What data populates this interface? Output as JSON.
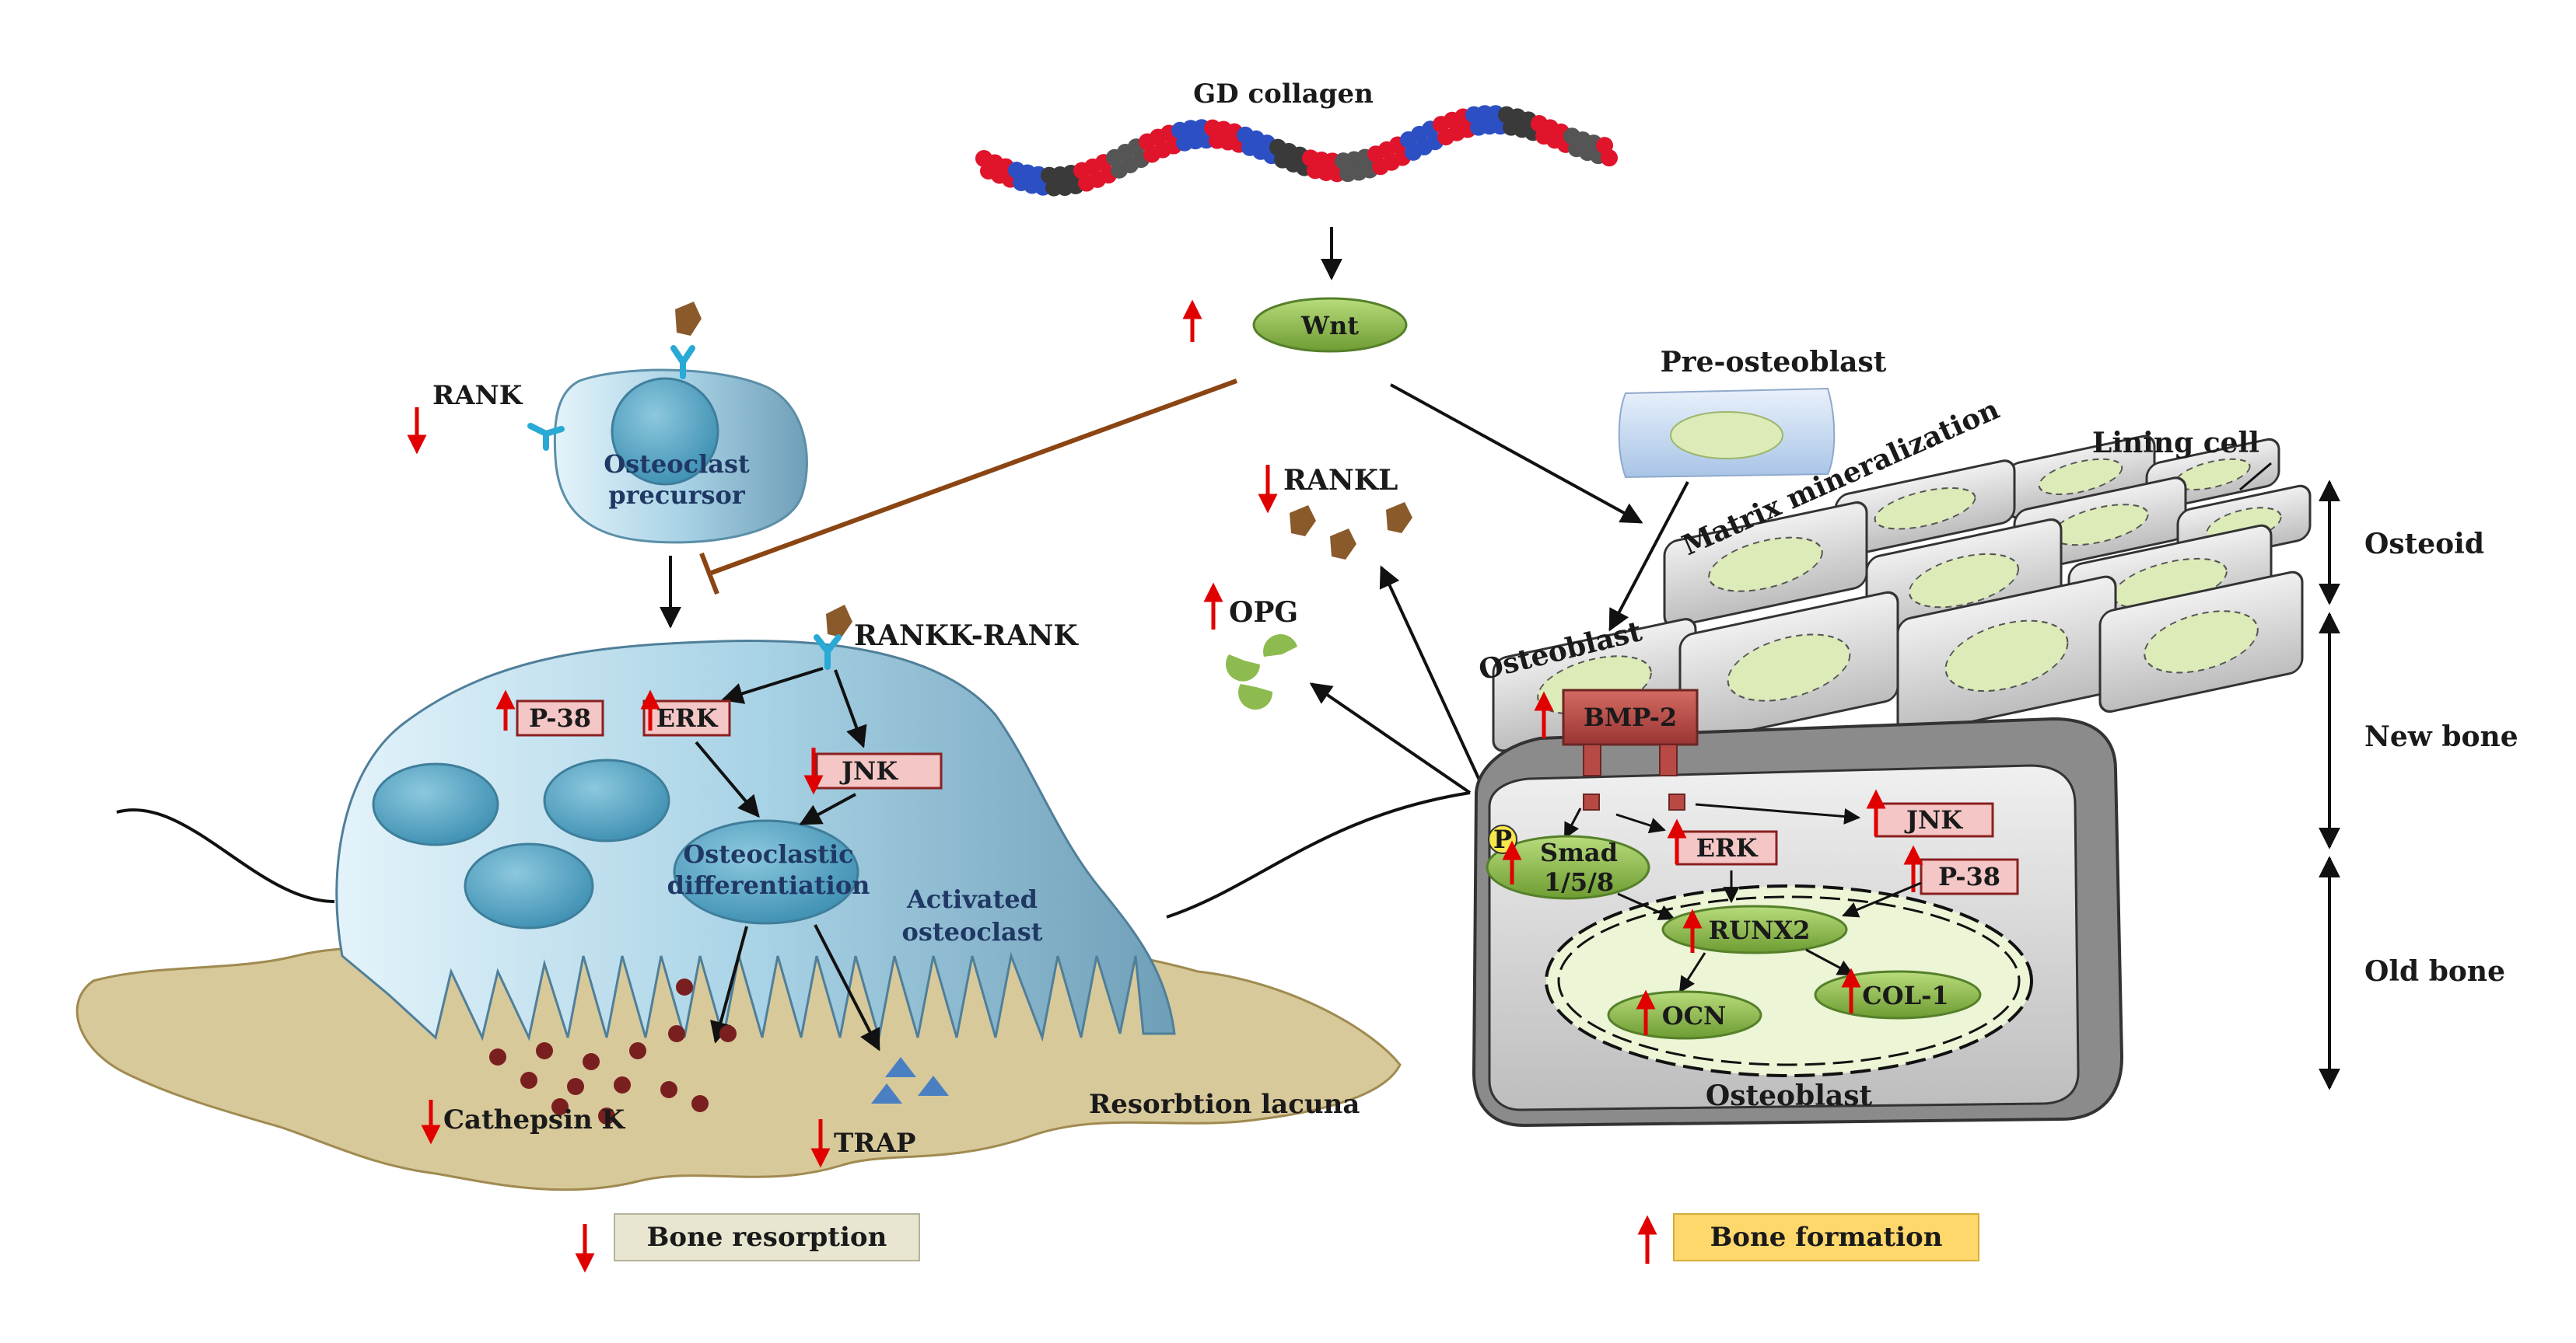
{
  "colors": {
    "up_arrow": "#e00000",
    "down_arrow": "#e00000",
    "osteoclast": "#9cc8dc",
    "nucleus": "#5fa9c6",
    "bone_matrix": "#d8c99b",
    "pink_box": "#f4c6c6",
    "green_ellipse": "#8dbb4f",
    "bmp2": "#b84a45",
    "resorption_box": "#e8e6d0",
    "formation_box": "#ffd86b",
    "ligand": "#8a5a2b",
    "receptor": "#29a9d6"
  },
  "labels": {
    "gd_collagen": "GD collagen",
    "wnt": "Wnt",
    "rank": "RANK",
    "osteoclast_precursor_1": "Osteoclast",
    "osteoclast_precursor_2": "precursor",
    "rankk_rank": "RANKK-RANK",
    "p38_left": "P-38",
    "erk_left": "ERK",
    "jnk_left": "JNK",
    "osteoclastic_diff_1": "Osteoclastic",
    "osteoclastic_diff_2": "differentiation",
    "activated_1": "Activated",
    "activated_2": "osteoclast",
    "cathepsin_k": "Cathepsin K",
    "trap": "TRAP",
    "resorbtion_lacuna": "Resorbtion lacuna",
    "bone_resorption": "Bone resorption",
    "rankl": "RANKL",
    "opg": "OPG",
    "pre_osteoblast": "Pre-osteoblast",
    "matrix_mineralization": "Matrix mineralization",
    "lining_cell": "Lining cell",
    "osteoblast_top": "Osteoblast",
    "bmp2": "BMP-2",
    "smad_1": "Smad",
    "smad_2": "1/5/8",
    "p_badge": "P",
    "erk_right": "ERK",
    "jnk_right": "JNK",
    "p38_right": "P-38",
    "runx2": "RUNX2",
    "ocn": "OCN",
    "col1": "COL-1",
    "osteoblast_bottom": "Osteoblast",
    "osteoid": "Osteoid",
    "new_bone": "New bone",
    "old_bone": "Old bone",
    "bone_formation": "Bone formation"
  }
}
